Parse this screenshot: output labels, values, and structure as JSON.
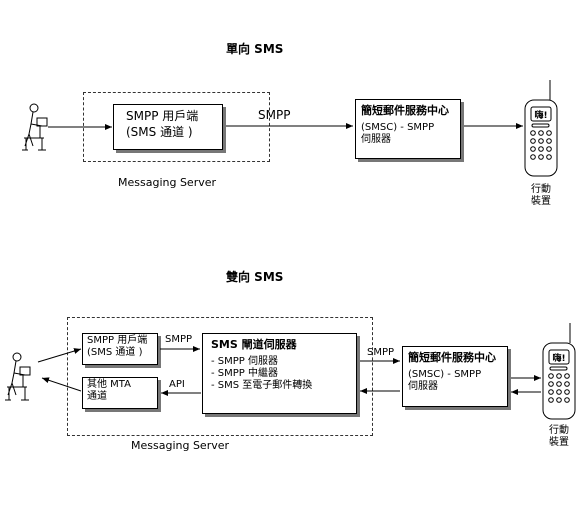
{
  "one_way": {
    "title": "單向 SMS",
    "client_line1": "SMPP 用戶端",
    "client_line2": "(SMS 通道 )",
    "arrow_label": "SMPP",
    "smsc_line1": "簡短郵件服務中心",
    "smsc_line2": "(SMSC) - SMPP",
    "smsc_line3": "伺服器",
    "server_label": "Messaging Server",
    "device_label_line1": "行動",
    "device_label_line2": "裝置",
    "phone_screen": "嗨!"
  },
  "two_way": {
    "title": "雙向 SMS",
    "client_line1": "SMPP 用戶端",
    "client_line2": "(SMS 通道 )",
    "other_mta_line1": "其他 MTA",
    "other_mta_line2": "通道",
    "smpp_label_inner": "SMPP",
    "api_label": "API",
    "gateway_title": "SMS 閘道伺服器",
    "gateway_items": [
      "- SMPP 伺服器",
      "- SMPP 中繼器",
      "- SMS 至電子郵件轉換"
    ],
    "smpp_label_outer": "SMPP",
    "smsc_line1": "簡短郵件服務中心",
    "smsc_line2": "(SMSC) - SMPP",
    "smsc_line3": "伺服器",
    "server_label": "Messaging Server",
    "device_label_line1": "行動",
    "device_label_line2": "裝置",
    "phone_screen": "嗨!"
  }
}
